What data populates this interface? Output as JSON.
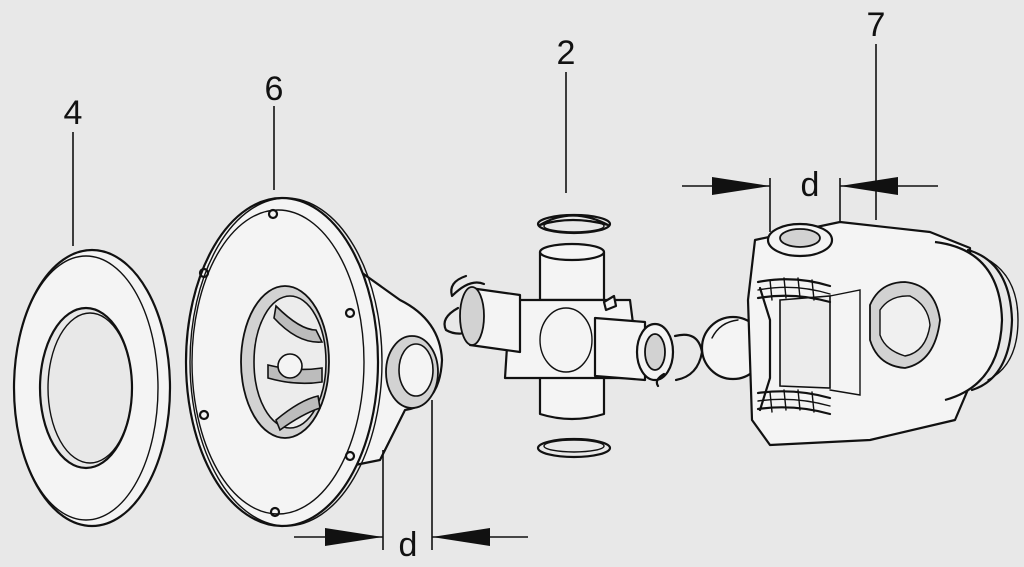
{
  "labels": {
    "part_4": "4",
    "part_6": "6",
    "part_2": "2",
    "part_7": "7"
  },
  "dimensions": {
    "left": "d",
    "right": "d"
  },
  "colors": {
    "background": "#e8e8e8",
    "ink": "#111111",
    "part_fill": "#f4f4f4",
    "shade": "#d2d2d2"
  }
}
